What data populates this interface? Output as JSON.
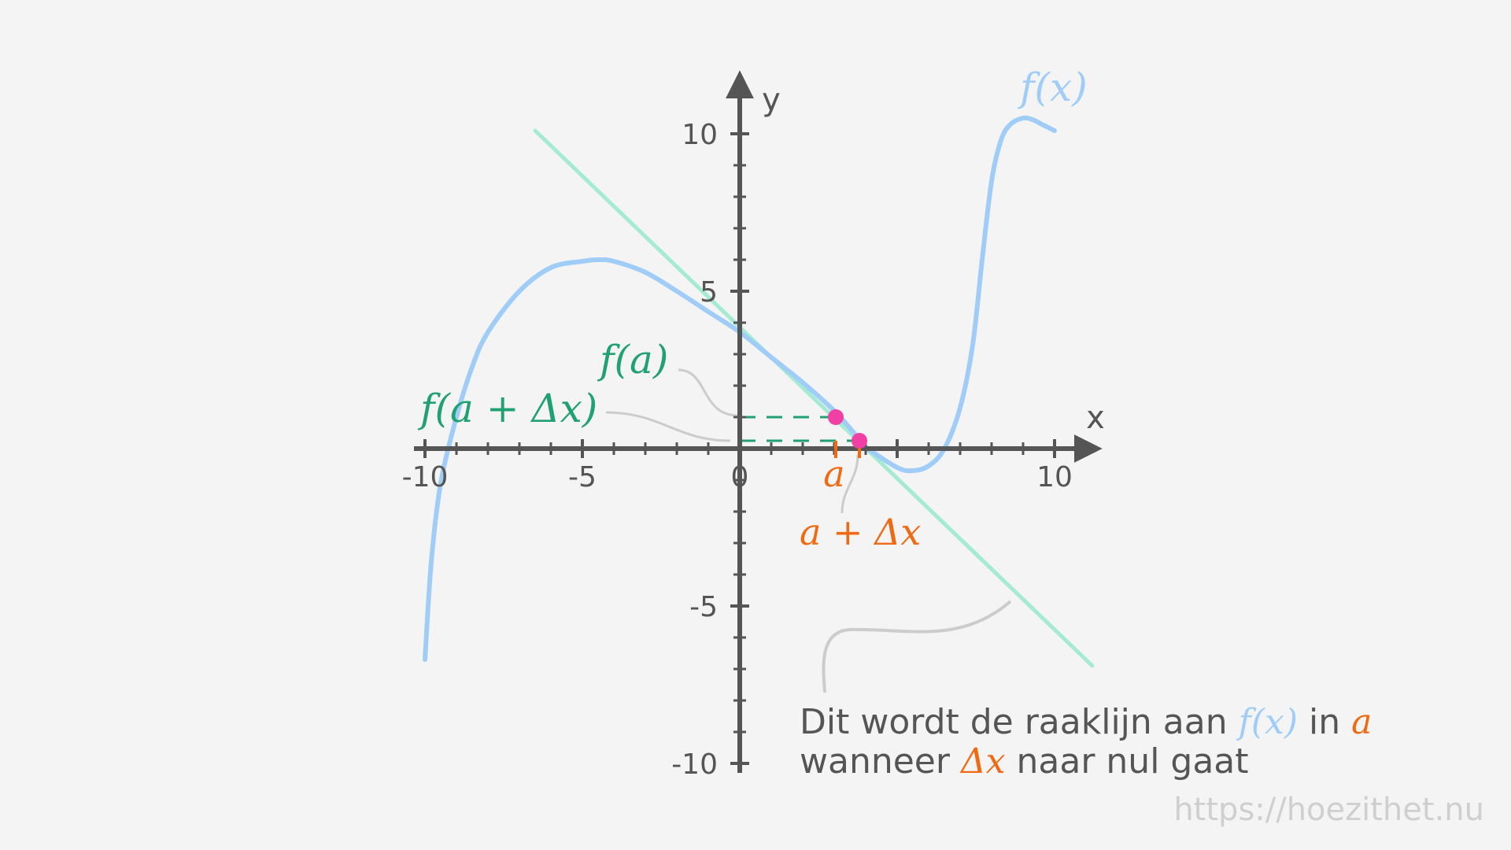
{
  "chart_data": {
    "type": "line",
    "xlabel": "x",
    "ylabel": "y",
    "xlim": [
      -10,
      10
    ],
    "ylim": [
      -10,
      10
    ],
    "x_ticks": [
      {
        "value": -10,
        "label": "-10"
      },
      {
        "value": -5,
        "label": "-5"
      },
      {
        "value": 0,
        "label": "0"
      },
      {
        "value": 10,
        "label": "10"
      }
    ],
    "y_ticks": [
      {
        "value": 10,
        "label": "10"
      },
      {
        "value": 5,
        "label": "5"
      },
      {
        "value": -5,
        "label": "-5"
      },
      {
        "value": -10,
        "label": "-10"
      }
    ],
    "series": [
      {
        "name": "f(x)",
        "color": "#a0cdf7",
        "x": [
          -10.0,
          -9.8,
          -9.5,
          -9.0,
          -8.5,
          -8.0,
          -7.0,
          -6.0,
          -5.0,
          -4.5,
          -4.0,
          -3.0,
          -2.0,
          -1.0,
          0.0,
          1.0,
          2.0,
          3.0,
          3.8,
          4.0,
          5.0,
          5.5,
          6.0,
          6.5,
          7.0,
          7.4,
          7.7,
          8.0,
          8.3,
          8.6,
          9.0,
          9.3,
          9.6,
          10.0
        ],
        "y": [
          -6.7,
          -3.6,
          -1.1,
          1.0,
          2.6,
          3.7,
          5.0,
          5.75,
          5.95,
          6.0,
          5.95,
          5.6,
          5.0,
          4.35,
          3.7,
          2.9,
          2.1,
          1.2,
          0.3,
          0.05,
          -0.6,
          -0.7,
          -0.55,
          0.0,
          1.3,
          3.3,
          6.0,
          8.5,
          9.8,
          10.3,
          10.5,
          10.45,
          10.3,
          10.1
        ]
      },
      {
        "name": "raaklijn",
        "color": "#a5ead3",
        "x": [
          -6.5,
          11.2
        ],
        "y": [
          10.1,
          -6.9
        ]
      }
    ],
    "points": [
      {
        "x": 3.05,
        "y": 1.0,
        "color": "#f040a6"
      },
      {
        "x": 3.8,
        "y": 0.25,
        "color": "#f040a6"
      }
    ],
    "annotations": {
      "f_label": "f(x)",
      "fa_label": "f(a)",
      "fadx_label": "f(a + Δx)",
      "a_label": "a",
      "adx_label": "a + Δx"
    },
    "colors": {
      "axis": "#555555",
      "f_curve": "#a0cdf7",
      "tangent": "#a5ead3",
      "green_labels": "#21a073",
      "orange": "#f06a14",
      "points": "#f040a6",
      "leaders": "#cccccc"
    }
  },
  "caption": {
    "line1_text1": "Dit wordt de raaklijn aan ",
    "line1_math1": "f(x)",
    "line1_text2": " in ",
    "line1_math2": "a",
    "line2_text1": "wanneer ",
    "line2_math1": "Δx",
    "line2_text2": " naar nul gaat"
  },
  "watermark": "https://hoezithet.nu"
}
